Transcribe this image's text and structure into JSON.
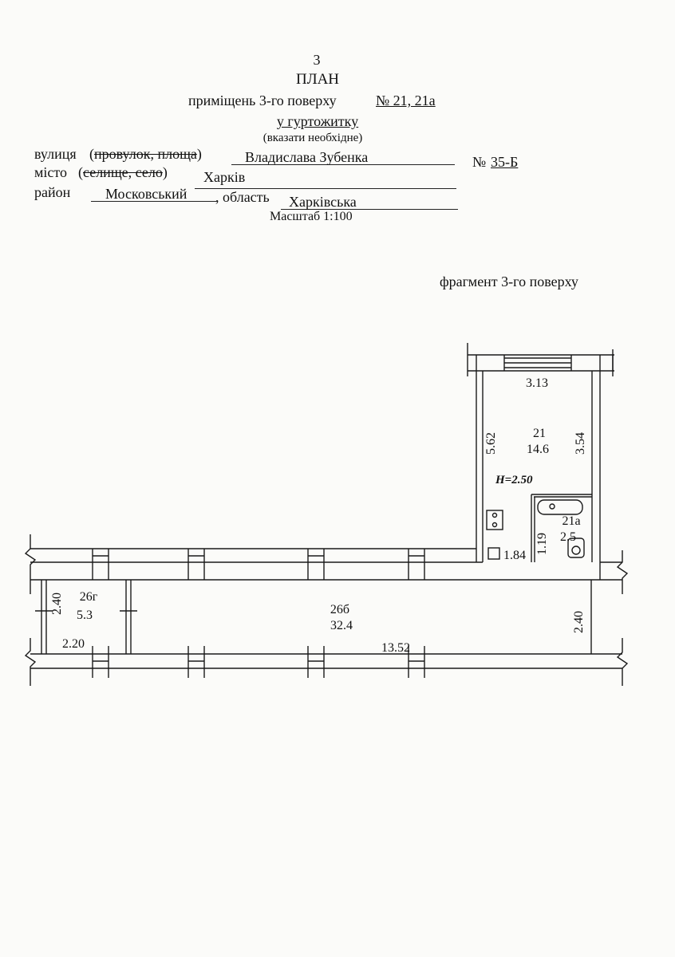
{
  "header": {
    "page_number": "3",
    "title": "ПЛАН",
    "subtitle": "приміщень 3-го поверху",
    "rooms_no": "№ 21, 21а",
    "location": "у гуртожитку",
    "location_note": "(вказати необхідне)"
  },
  "address": {
    "street_label": "вулиця",
    "street_alt_open": "(",
    "street_alt_struck": "провулок, площа",
    "street_alt_close": ")",
    "street_value": "Владислава Зубенка",
    "house_no_label": "№",
    "house_no_value": "35-Б",
    "city_label": "місто",
    "city_alt_open": "(",
    "city_alt_struck": "селище, село",
    "city_alt_close": ")",
    "city_value": "Харків",
    "district_label": "район",
    "district_value": "Московський",
    "region_label": ", область",
    "region_value": "Харківська",
    "scale": "Масштаб 1:100"
  },
  "plan": {
    "fragment_label": "фрагмент 3-го поверху",
    "height_label": "H=2.50",
    "rooms": [
      {
        "no": "21",
        "area": "14.6"
      },
      {
        "no": "21а",
        "area": "2.5"
      },
      {
        "no": "26б",
        "area": "32.4"
      },
      {
        "no": "26г",
        "area": "5.3"
      }
    ],
    "dimensions": {
      "room21_width": "3.13",
      "room21_length_left": "5.62",
      "room21_length_right": "3.54",
      "bath_width": "1.84",
      "bath_length": "1.19",
      "corridor_width": "2.40",
      "corridor_length": "13.52",
      "room26g_width": "2.40",
      "room26g_length": "2.20"
    }
  }
}
